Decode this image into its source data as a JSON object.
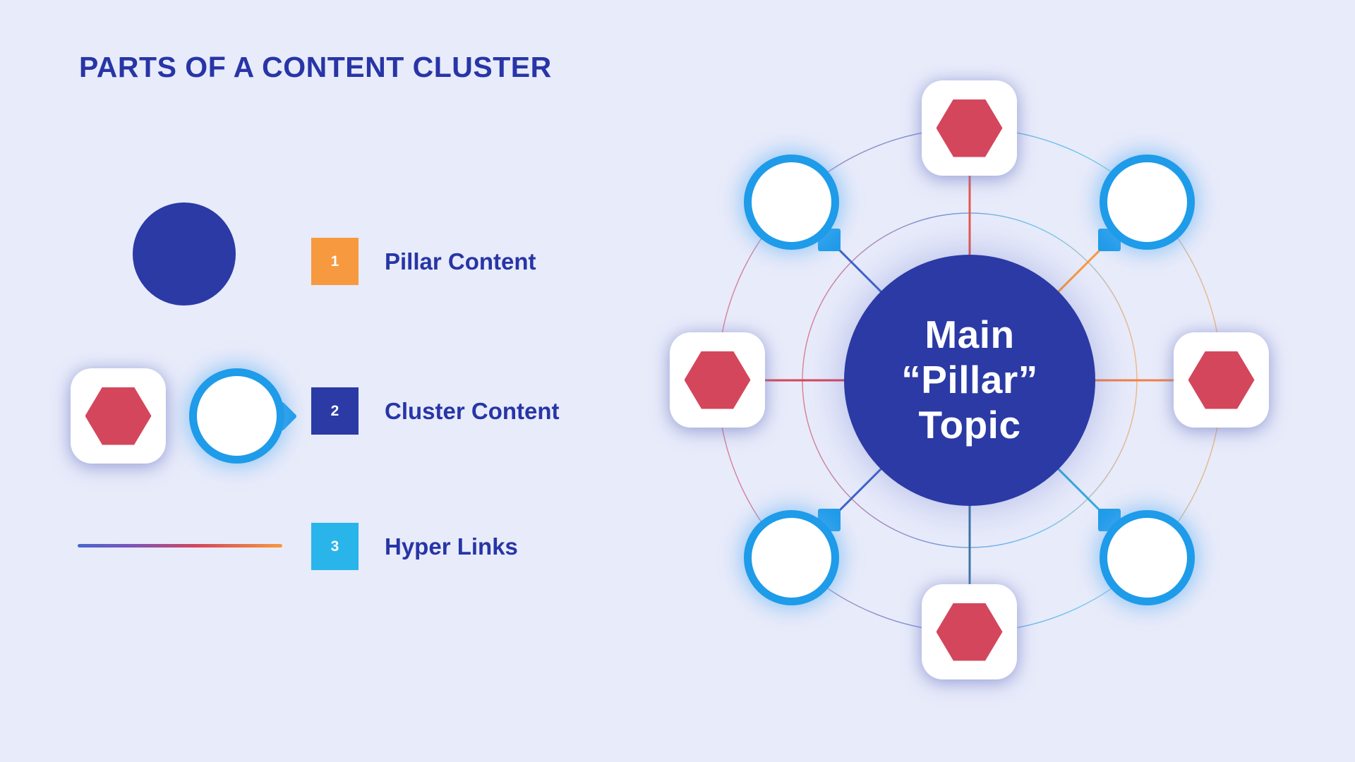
{
  "title": "PARTS OF A CONTENT CLUSTER",
  "colors": {
    "background": "#E8EBFA",
    "primary_blue": "#2B3AA5",
    "text_blue": "#2735A6",
    "orange": "#F7993F",
    "red": "#D4465C",
    "cyan": "#29B5EA",
    "bubble_ring_blue": "#1E9BE9",
    "white": "#FFFFFF"
  },
  "legend": {
    "items": [
      {
        "number": "1",
        "label": "Pillar Content",
        "badge_color": "#F7993F",
        "symbol": "pillar-circle"
      },
      {
        "number": "2",
        "label": "Cluster Content",
        "badge_color": "#2B3AA5",
        "symbol": "hexagon-and-bubble"
      },
      {
        "number": "3",
        "label": "Hyper Links",
        "badge_color": "#29B5EA",
        "symbol": "gradient-line"
      }
    ]
  },
  "diagram": {
    "center": {
      "line1": "Main",
      "line2": "“Pillar”",
      "line3": "Topic"
    },
    "nodes": [
      {
        "position": "top",
        "type": "hexagon",
        "connector_color": "#E15A4D"
      },
      {
        "position": "top-right",
        "type": "bubble",
        "connector_color": "#F7993F"
      },
      {
        "position": "right",
        "type": "hexagon",
        "connector_color": "#EF8148"
      },
      {
        "position": "bottom-right",
        "type": "bubble",
        "connector_color": "#34A9DC"
      },
      {
        "position": "bottom",
        "type": "hexagon",
        "connector_color": "#3D74A4"
      },
      {
        "position": "bottom-left",
        "type": "bubble",
        "connector_color": "#3F63C8"
      },
      {
        "position": "left",
        "type": "hexagon",
        "connector_color": "#D4465C"
      },
      {
        "position": "top-left",
        "type": "bubble",
        "connector_color": "#3F63C8"
      }
    ]
  }
}
